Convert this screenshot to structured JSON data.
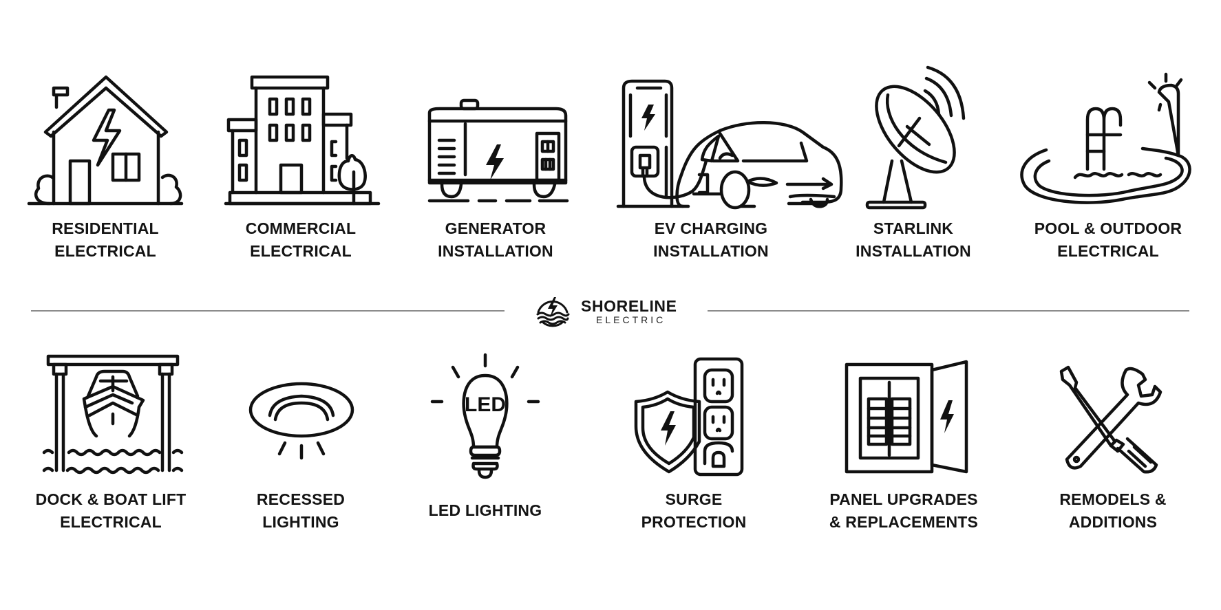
{
  "brand": {
    "name": "SHORELINE",
    "subtitle": "ELECTRIC",
    "icon": "bolt-over-waves-circle-logo"
  },
  "colors": {
    "background": "#ffffff",
    "ink": "#111111",
    "divider": "#8c8c8c"
  },
  "services_top": [
    {
      "line1": "RESIDENTIAL",
      "line2": "ELECTRICAL",
      "icon": "house-bolt-icon"
    },
    {
      "line1": "COMMERCIAL",
      "line2": "ELECTRICAL",
      "icon": "office-building-icon"
    },
    {
      "line1": "GENERATOR",
      "line2": "INSTALLATION",
      "icon": "generator-icon"
    },
    {
      "line1": "EV CHARGING",
      "line2": "INSTALLATION",
      "icon": "ev-charger-car-icon"
    },
    {
      "line1": "STARLINK",
      "line2": "INSTALLATION",
      "icon": "satellite-dish-icon"
    },
    {
      "line1": "POOL & OUTDOOR",
      "line2": "ELECTRICAL",
      "icon": "pool-light-icon"
    }
  ],
  "services_bottom": [
    {
      "line1": "DOCK & BOAT LIFT",
      "line2": "ELECTRICAL",
      "icon": "boat-lift-icon"
    },
    {
      "line1": "RECESSED",
      "line2": "LIGHTING",
      "icon": "recessed-light-icon"
    },
    {
      "line1": "LED LIGHTING",
      "line2": "",
      "icon": "led-bulb-icon",
      "bulb_text": "LED"
    },
    {
      "line1": "SURGE",
      "line2": "PROTECTION",
      "icon": "shield-outlet-icon"
    },
    {
      "line1": "PANEL UPGRADES",
      "line2": "& REPLACEMENTS",
      "icon": "electrical-panel-icon"
    },
    {
      "line1": "REMODELS &",
      "line2": "ADDITIONS",
      "icon": "wrench-screwdriver-icon"
    }
  ]
}
